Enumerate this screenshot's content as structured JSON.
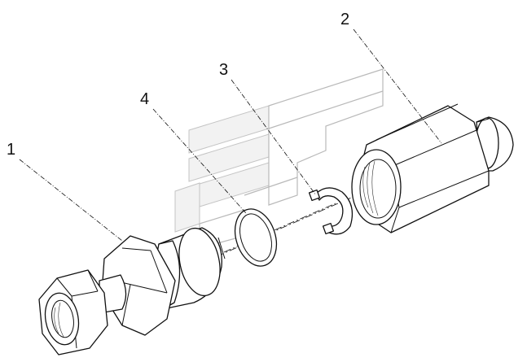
{
  "callouts": [
    {
      "id": "1",
      "label": "1"
    },
    {
      "id": "2",
      "label": "2"
    },
    {
      "id": "3",
      "label": "3"
    },
    {
      "id": "4",
      "label": "4"
    }
  ],
  "colors": {
    "line": "#111111",
    "background": "#ffffff",
    "watermark": "#b9b9b9"
  },
  "icons": {
    "watermark": "engineering-logo-watermark"
  }
}
